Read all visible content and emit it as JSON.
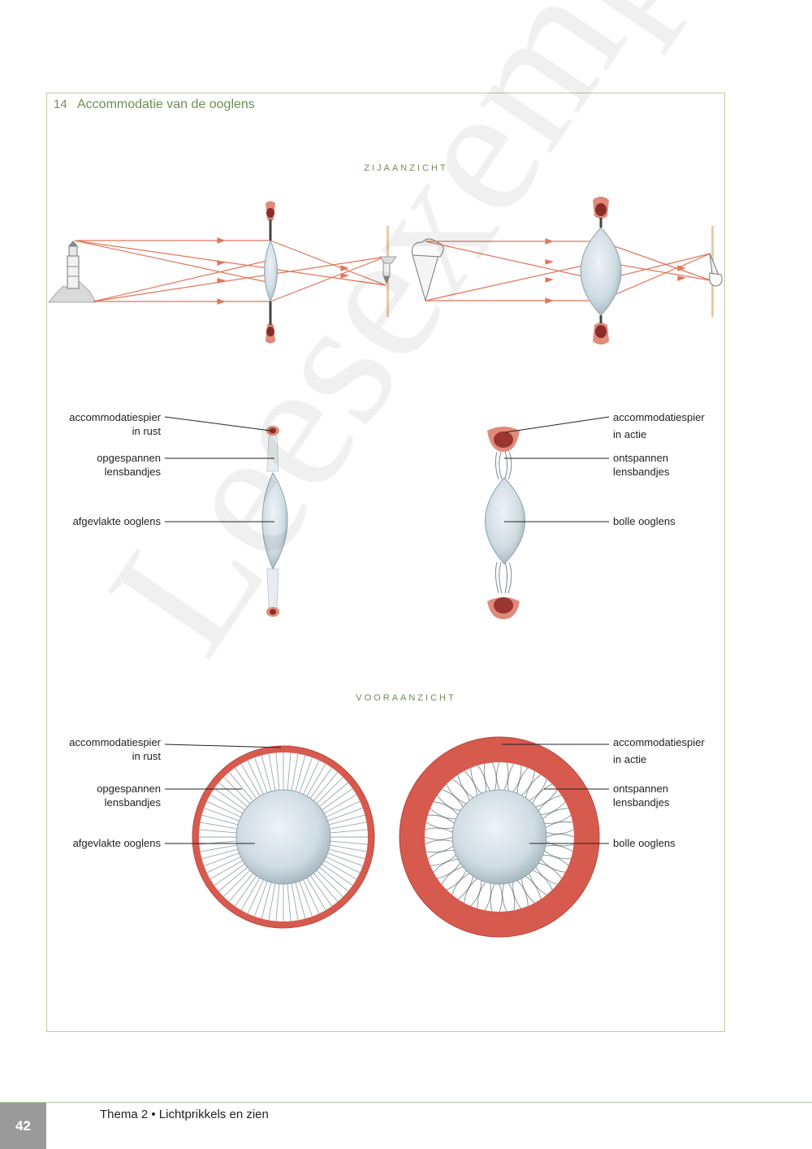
{
  "figure": {
    "number": "14",
    "title": "Accommodatie van de ooglens"
  },
  "sections": {
    "side": "ZIJAANZICHT",
    "front": "VOORAANZICHT"
  },
  "side_labels_left": {
    "muscle_line1": "accommodatiespier",
    "muscle_line2": "in rust",
    "bands_line1": "opgespannen",
    "bands_line2": "lensbandjes",
    "lens": "afgevlakte ooglens"
  },
  "side_labels_right": {
    "muscle_line1": "accommodatiespier",
    "muscle_line2": "in actie",
    "bands_line1": "ontspannen",
    "bands_line2": "lensbandjes",
    "lens": "bolle ooglens"
  },
  "front_labels_left": {
    "muscle_line1": "accommodatiespier",
    "muscle_line2": "in rust",
    "bands_line1": "opgespannen",
    "bands_line2": "lensbandjes",
    "lens": "afgevlakte ooglens"
  },
  "front_labels_right": {
    "muscle_line1": "accommodatiespier",
    "muscle_line2": "in actie",
    "bands_line1": "ontspannen",
    "bands_line2": "lensbandjes",
    "lens": "bolle ooglens"
  },
  "watermark": "Leesexemplaar",
  "colors": {
    "accent_green": "#6d8f52",
    "muscle": "#c9574a",
    "ray": "#e0765a",
    "lens": "#cfdce3"
  },
  "footer": {
    "page_number": "42",
    "text": "Thema 2 • Lichtprikkels en zien"
  }
}
